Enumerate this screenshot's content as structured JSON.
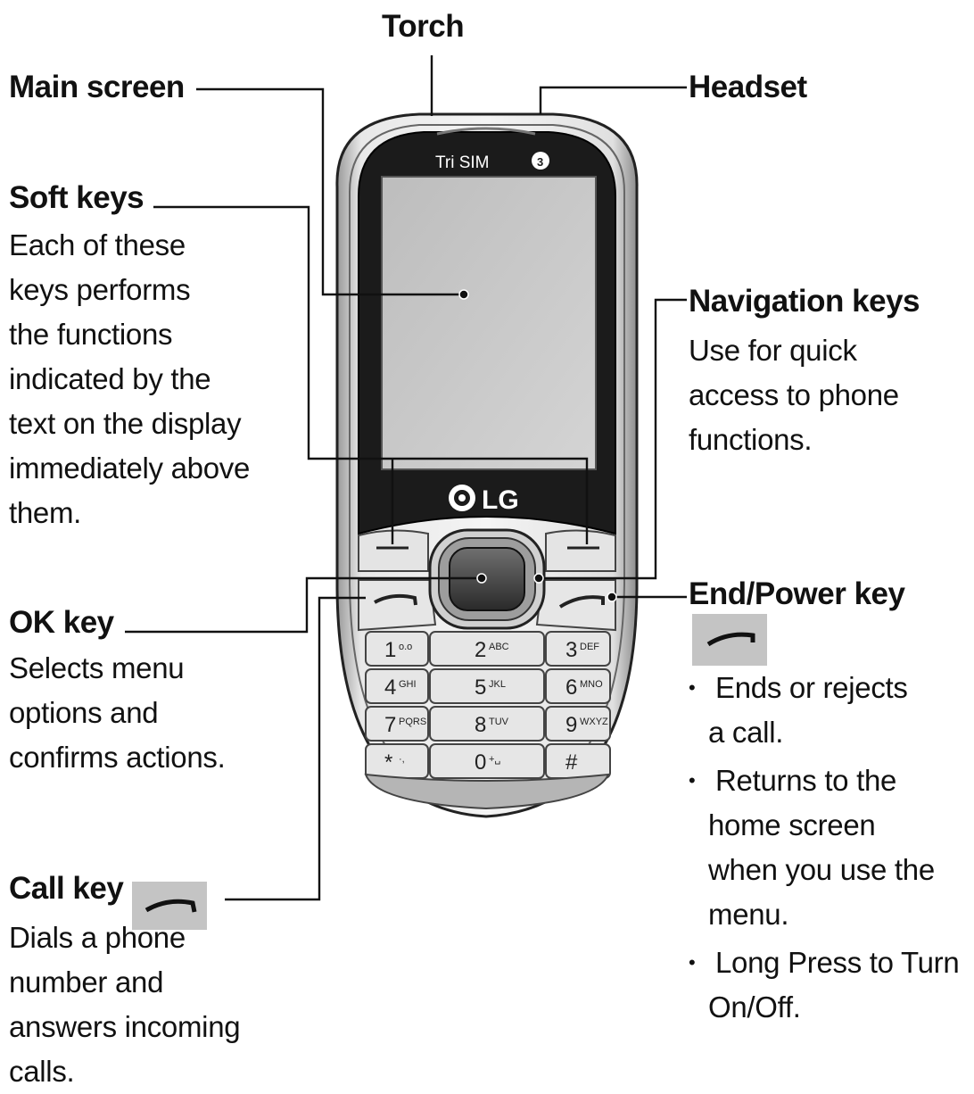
{
  "phone": {
    "brand_badge": "Tri SIM",
    "logo": "LG",
    "keys": [
      {
        "digit": "1",
        "letters": "o.o"
      },
      {
        "digit": "2",
        "letters": "ABC"
      },
      {
        "digit": "3",
        "letters": "DEF"
      },
      {
        "digit": "4",
        "letters": "GHI"
      },
      {
        "digit": "5",
        "letters": "JKL"
      },
      {
        "digit": "6",
        "letters": "MNO"
      },
      {
        "digit": "7",
        "letters": "PQRS"
      },
      {
        "digit": "8",
        "letters": "TUV"
      },
      {
        "digit": "9",
        "letters": "WXYZ"
      },
      {
        "digit": "*",
        "letters": "·,"
      },
      {
        "digit": "0",
        "letters": "+␣"
      },
      {
        "digit": "#",
        "letters": ""
      }
    ]
  },
  "labels": {
    "torch": "Torch",
    "headset": "Headset",
    "main_screen": "Main screen",
    "soft_keys": {
      "title": "Soft keys",
      "lines": [
        "Each of these",
        "keys performs",
        "the functions",
        "indicated by the",
        "text on the display",
        "immediately above",
        "them."
      ]
    },
    "navigation_keys": {
      "title": "Navigation keys",
      "lines": [
        "Use for quick",
        "access to phone",
        "functions."
      ]
    },
    "ok_key": {
      "title": "OK key",
      "lines": [
        "Selects menu",
        "options and",
        "confirms actions."
      ]
    },
    "call_key": {
      "title": "Call key",
      "lines": [
        "Dials a phone",
        "number and",
        "answers incoming",
        "calls."
      ]
    },
    "end_power_key": {
      "title": "End/Power key",
      "bullets": [
        [
          "Ends or rejects",
          "a call."
        ],
        [
          "Returns to the",
          "home screen",
          "when you use the",
          "menu."
        ],
        [
          "Long Press to Turn",
          "On/Off."
        ]
      ]
    }
  },
  "colors": {
    "ink": "#111111",
    "body_silver": "#d9d9d9",
    "screen": "#c8c8c8",
    "bezel": "#1a1a1a",
    "key_face": "#e6e6e6",
    "icon_badge": "#c4c4c4"
  }
}
